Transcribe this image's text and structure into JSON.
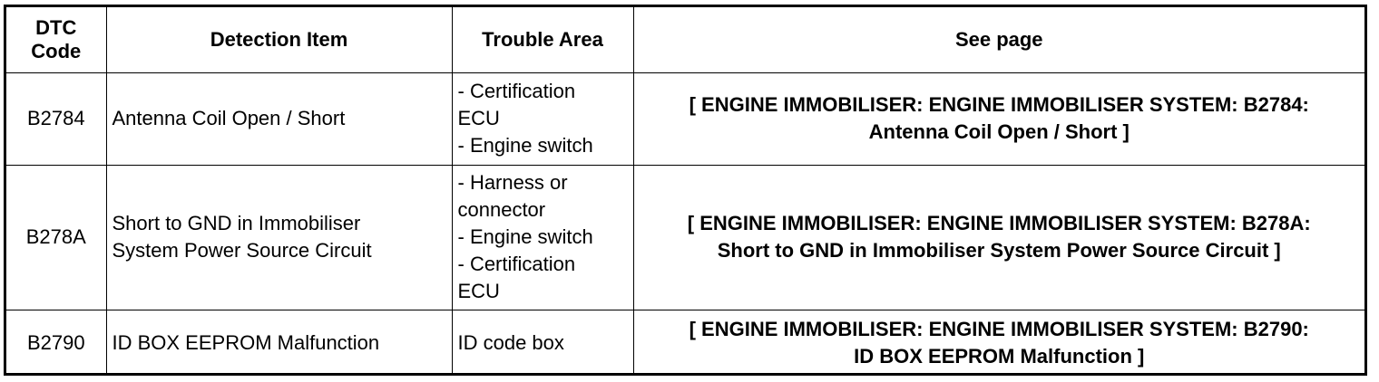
{
  "header": {
    "dtc_code_line1": "DTC",
    "dtc_code_line2": "Code",
    "detection_item": "Detection Item",
    "trouble_area": "Trouble Area",
    "see_page": "See page"
  },
  "rows": [
    {
      "code": "B2784",
      "detection_item": [
        "Antenna Coil Open / Short"
      ],
      "trouble_area": [
        "- Certification",
        "ECU",
        "- Engine switch"
      ],
      "see_page": [
        "[ ENGINE IMMOBILISER: ENGINE IMMOBILISER SYSTEM: B2784:",
        "Antenna Coil Open / Short ]"
      ]
    },
    {
      "code": "B278A",
      "detection_item": [
        "Short to GND in Immobiliser",
        "System Power Source Circuit"
      ],
      "trouble_area": [
        "- Harness or",
        "connector",
        "- Engine switch",
        "- Certification",
        "ECU"
      ],
      "see_page": [
        "[ ENGINE IMMOBILISER: ENGINE IMMOBILISER SYSTEM: B278A:",
        "Short to GND in Immobiliser System Power Source Circuit ]"
      ]
    },
    {
      "code": "B2790",
      "detection_item": [
        "ID BOX EEPROM Malfunction"
      ],
      "trouble_area": [
        "ID code box"
      ],
      "see_page": [
        "[ ENGINE IMMOBILISER: ENGINE IMMOBILISER SYSTEM: B2790:",
        "ID BOX EEPROM Malfunction ]"
      ]
    }
  ]
}
